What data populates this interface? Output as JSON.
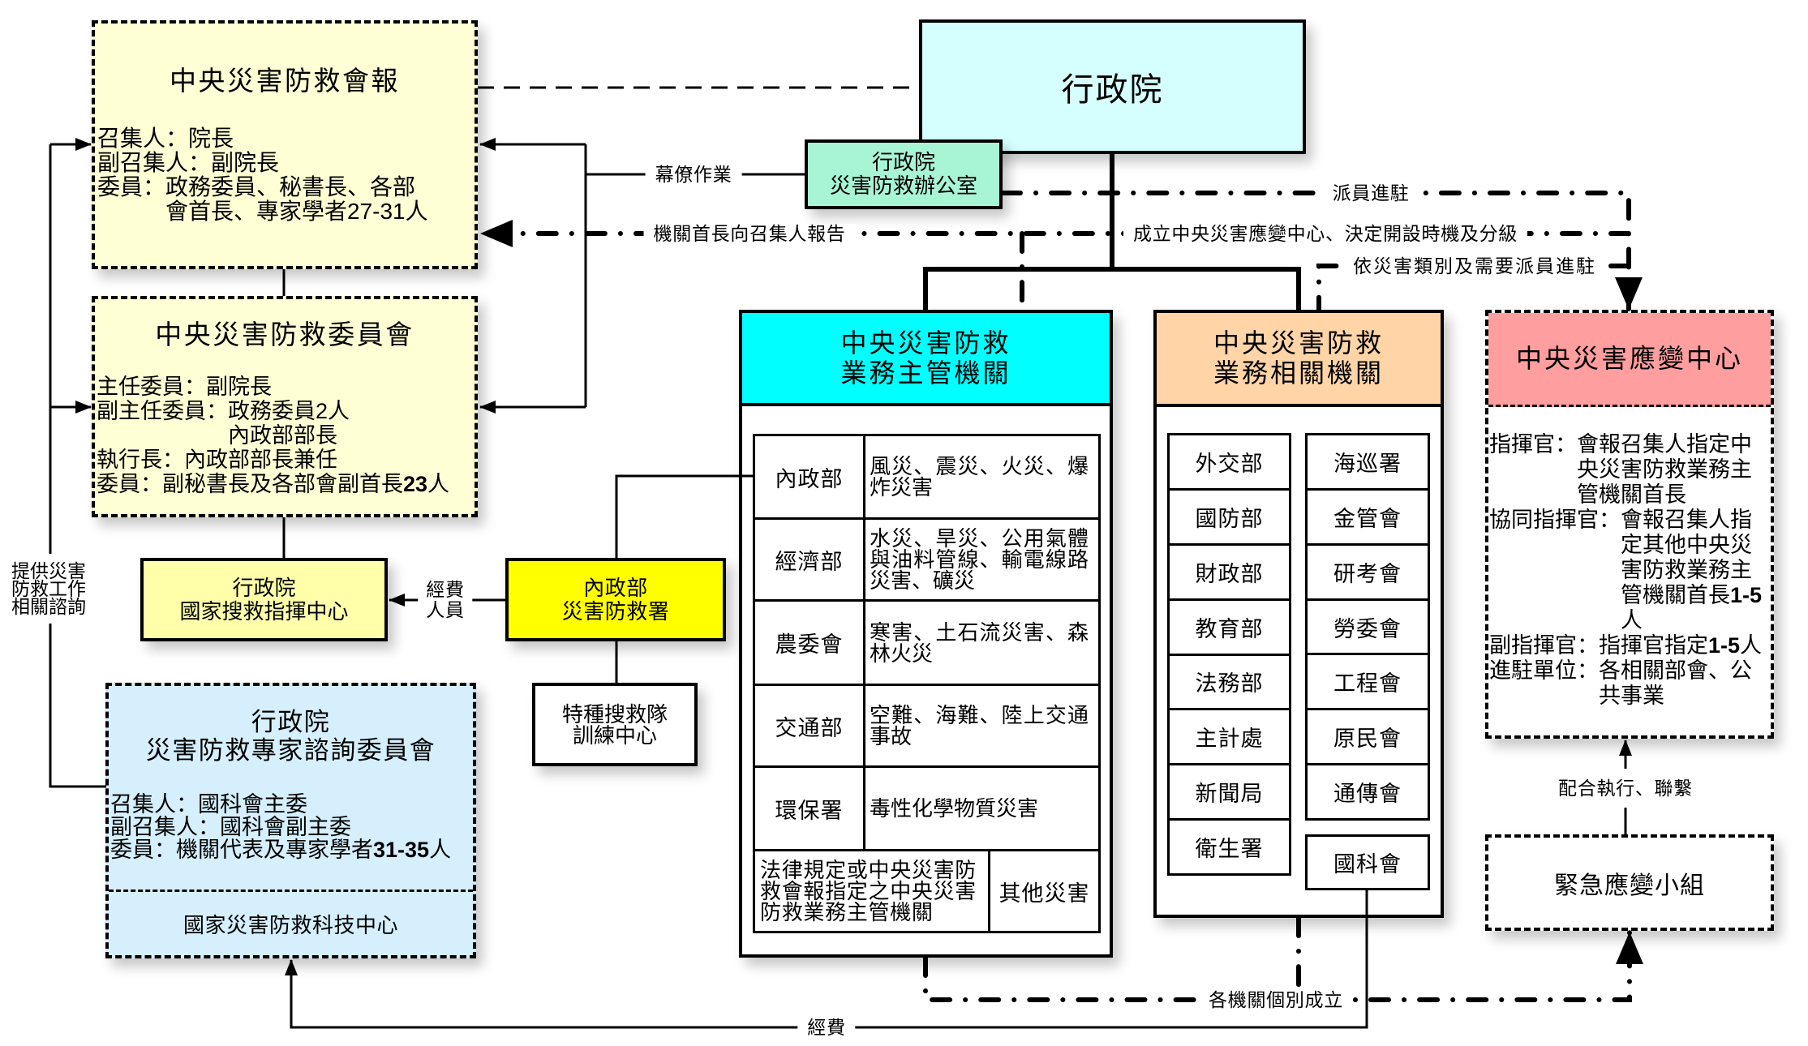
{
  "colors": {
    "council_fill": "#FFFFD5",
    "executive_yuan_fill": "#D5FFFF",
    "office_fill": "#A8F5D5",
    "sar_center_fill": "#FFFFAA",
    "agency_fill": "#FFFF00",
    "expert_fill": "#D5EFFC",
    "competent_header": "#00FFFF",
    "related_header": "#FFD5A8",
    "eoc_header": "#FF9E9E"
  },
  "executive_yuan": {
    "name": "行政院"
  },
  "disaster_office": {
    "line1": "行政院",
    "line2": "災害防救辦公室"
  },
  "central_council": {
    "title": "中央災害防救會報",
    "rows": [
      {
        "label": "召集人：",
        "value": "院長"
      },
      {
        "label": "副召集人：",
        "value": "副院長"
      },
      {
        "label": "委員：",
        "value": "政務委員、秘書長、各部會首長、專家學者27-31人"
      }
    ]
  },
  "central_committee": {
    "title": "中央災害防救委員會",
    "rows": [
      {
        "label": "主任委員：",
        "value": "副院長"
      },
      {
        "label": "副主任委員：",
        "value": "政務委員2人",
        "value_line2": "內政部部長"
      },
      {
        "label": "執行長：",
        "value": "內政部部長兼任"
      },
      {
        "label": "委員：",
        "value": "副秘書長及各部會副首長",
        "value_bold": "23",
        "value_suffix": "人"
      }
    ]
  },
  "search_rescue_center": {
    "line1": "行政院",
    "line2": "國家搜救指揮中心"
  },
  "disaster_prevention_agency": {
    "line1": "內政部",
    "line2": "災害防救署"
  },
  "special_training_center": {
    "line1": "特種搜救隊",
    "line2": "訓練中心"
  },
  "expert_committee": {
    "title_line1": "行政院",
    "title_line2": "災害防救專家諮詢委員會",
    "rows": [
      {
        "label": "召集人：",
        "value": "國科會主委"
      },
      {
        "label": "副召集人：",
        "value": "國科會副主委"
      },
      {
        "label": "委員：",
        "value": "機關代表及專家學者",
        "value_bold": "31-35",
        "value_suffix": "人"
      }
    ],
    "sub_unit": "國家災害防救科技中心"
  },
  "competent_authorities": {
    "title_line1": "中央災害防救",
    "title_line2": "業務主管機關",
    "rows": [
      {
        "agency": "內政部",
        "disasters": "風災、震災、火災、爆炸災害"
      },
      {
        "agency": "經濟部",
        "disasters": "水災、旱災、公用氣體與油料管線、輸電線路災害、礦災"
      },
      {
        "agency": "農委會",
        "disasters": "寒害、土石流災害、森林火災"
      },
      {
        "agency": "交通部",
        "disasters": "空難、海難、陸上交通事故"
      },
      {
        "agency": "環保署",
        "disasters": "毒性化學物質災害"
      },
      {
        "agency": "法律規定或中央災害防救會報指定之中央災害防救業務主管機關",
        "disasters": "其他災害"
      }
    ]
  },
  "related_agencies": {
    "title_line1": "中央災害防救",
    "title_line2": "業務相關機關",
    "left_column": [
      "外交部",
      "國防部",
      "財政部",
      "教育部",
      "法務部",
      "主計處",
      "新聞局",
      "衛生署"
    ],
    "right_column": [
      "海巡署",
      "金管會",
      "研考會",
      "勞委會",
      "工程會",
      "原民會",
      "通傳會"
    ],
    "standalone": "國科會"
  },
  "emergency_center": {
    "title": "中央災害應變中心",
    "rows": [
      {
        "label": "指揮官：",
        "value": "會報召集人指定中央災害防救業務主管機關首長"
      },
      {
        "label": "協同指揮官：",
        "value": "會報召集人指定其他中央災害防救業務主管機關首長",
        "value_bold": "1-5",
        "value_suffix": "人"
      },
      {
        "label": "副指揮官：",
        "value": "指揮官指定",
        "value_bold": "1-5",
        "value_suffix": "人"
      },
      {
        "label": "進駐單位：",
        "value": "各相關部會、公共事業"
      }
    ]
  },
  "emergency_team": {
    "name": "緊急應變小組"
  },
  "connector_labels": {
    "staff_work": "幕僚作業",
    "report_to_convener": "機關首長向召集人報告",
    "establish_center": "成立中央災害應變中心、決定開設時機及分級",
    "dispatch_staff": "派員進駐",
    "dispatch_by_type": "依災害類別及需要派員進駐",
    "advisory_lines": [
      "提供災害",
      "防救工作",
      "相關諮詢"
    ],
    "funding_personnel_lines": [
      "經費",
      "人員"
    ],
    "individually_established": "各機關個別成立",
    "funding": "經費",
    "coordinate": "配合執行、聯繫"
  }
}
